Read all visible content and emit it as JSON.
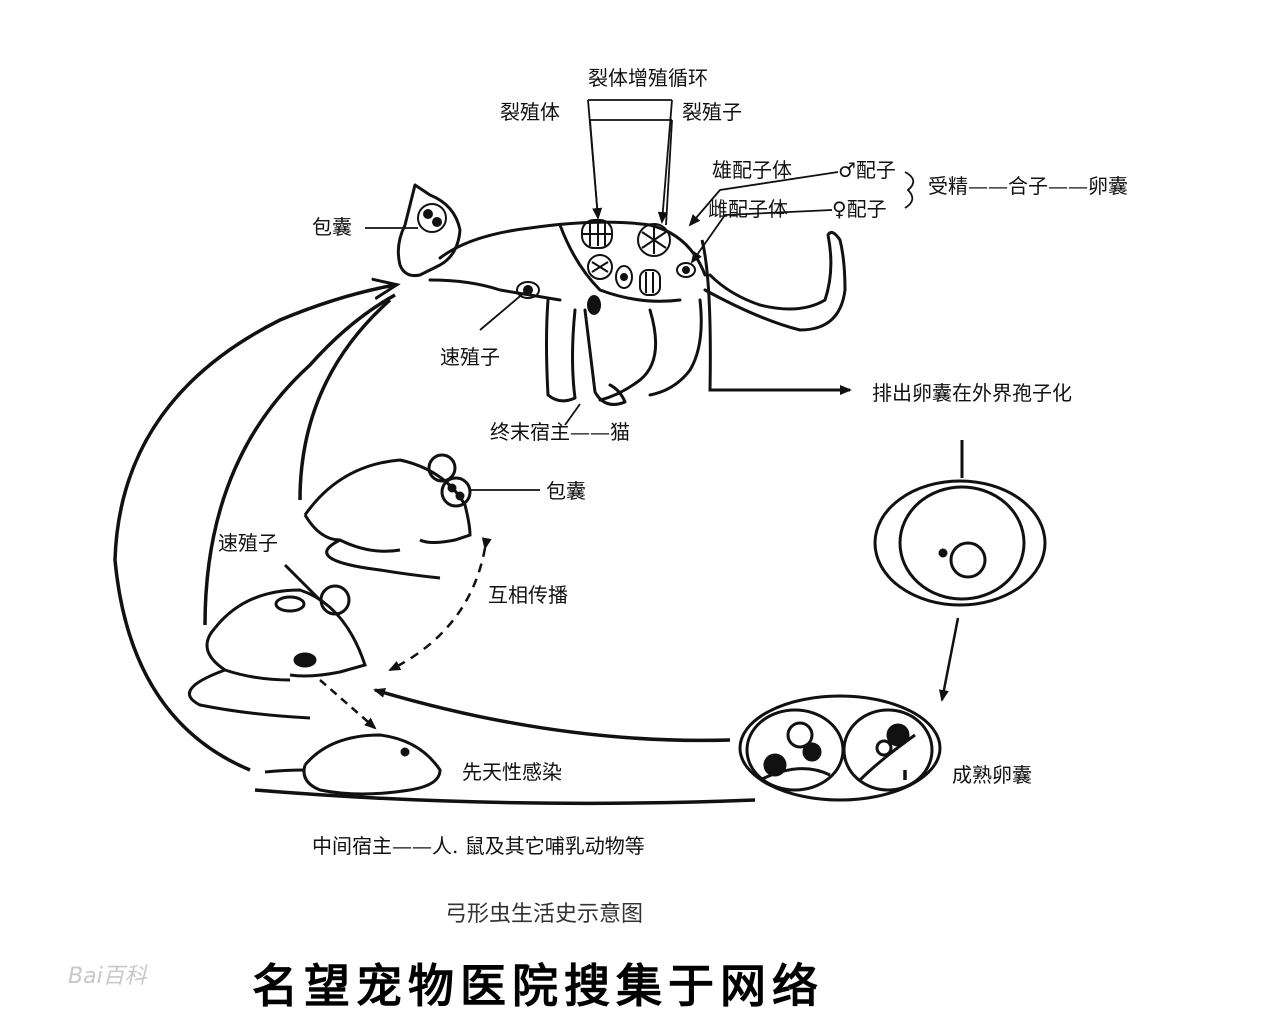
{
  "labels": {
    "schizogony_cycle": "裂体增殖循环",
    "schizont": "裂殖体",
    "merozoite": "裂殖子",
    "male_gametocyte": "雄配子体",
    "male_gamete": "♂配子",
    "female_gametocyte": "雌配子体",
    "female_gamete": "♀配子",
    "fertilization_chain": "受精——合子——卵囊",
    "cyst_cat": "包囊",
    "tachyzoite_cat": "速殖子",
    "definitive_host": "终末宿主——猫",
    "oocyst_exit": "排出卵囊在外界孢子化",
    "cyst_mouse": "包囊",
    "tachyzoite_mouse": "速殖子",
    "mutual_spread": "互相传播",
    "congenital": "先天性感染",
    "mature_oocyst": "成熟卵囊",
    "intermediate_host": "中间宿主——人. 鼠及其它哺乳动物等"
  },
  "caption": "弓形虫生活史示意图",
  "footer": "名望宠物医院搜集于网络",
  "watermark": "Bai百科"
}
